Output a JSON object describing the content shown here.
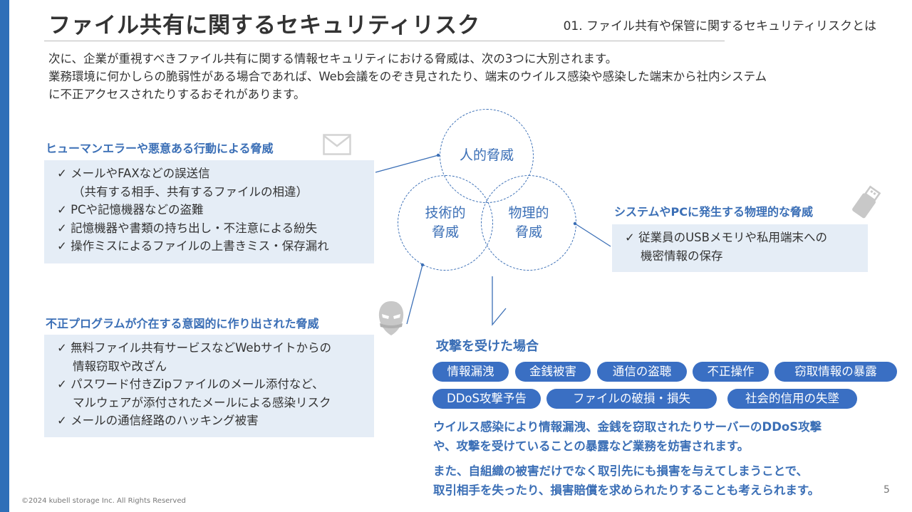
{
  "header": {
    "title": "ファイル共有に関するセキュリティリスク",
    "section": "01. ファイル共有や保管に関するセキュリティリスクとは"
  },
  "intro": [
    "次に、企業が重視すべきファイル共有に関する情報セキュリティにおける脅威は、次の3つに大別されます。",
    "業務環境に何かしらの脆弱性がある場合であれば、Web会議をのぞき見されたり、端末のウイルス感染や感染した端末から社内システム",
    "に不正アクセスされたりするおそれがあります。"
  ],
  "human_threat": {
    "heading": "ヒューマンエラーや悪意ある行動による脅威",
    "icon": "mail-icon",
    "items": [
      "✓ メールやFAXなどの誤送信",
      "（共有する相手、共有するファイルの相違）",
      "✓ PCや記憶機器などの盗難",
      "✓ 記憶機器や書類の持ち出し・不注意による紛失",
      "✓ 操作ミスによるファイルの上書きミス・保存漏れ"
    ]
  },
  "program_threat": {
    "heading": "不正プログラムが介在する意図的に作り出された脅威",
    "icon": "hacker-icon",
    "items": [
      "✓ 無料ファイル共有サービスなどWebサイトからの",
      "情報窃取や改ざん",
      "✓ パスワード付きZipファイルのメール添付など、",
      "マルウェアが添付されたメールによる感染リスク",
      "✓ メールの通信経路のハッキング被害"
    ]
  },
  "physical_threat": {
    "heading": "システムやPCに発生する物理的な脅威",
    "icon": "usb-icon",
    "items": [
      "✓ 従業員のUSBメモリや私用端末への",
      "機密情報の保存"
    ]
  },
  "venn": {
    "human": "人的脅威",
    "tech_line1": "技術的",
    "tech_line2": "脅威",
    "phys_line1": "物理的",
    "phys_line2": "脅威"
  },
  "attack": {
    "heading": "攻撃を受けた場合",
    "tags": [
      "情報漏洩",
      "金銭被害",
      "通信の盗聴",
      "不正操作",
      "窃取情報の暴露",
      "DDoS攻撃予告",
      "ファイルの破損・損失",
      "社会的信用の失墜"
    ],
    "para1": [
      "ウイルス感染により情報漏洩、金銭を窃取されたりサーバーのDDoS攻撃",
      "や、攻撃を受けていることの暴露など業務を妨害されます。"
    ],
    "para2": [
      "また、自組織の被害だけでなく取引先にも損害を与えてしまうことで、",
      "取引相手を失ったり、損害賠償を求められたりすることも考えられます。"
    ]
  },
  "colors": {
    "accent": "#3b6fb6",
    "pill": "#3a6fc3",
    "box": "#e5edf6",
    "left_bar": "#2f6fb8"
  },
  "footer": {
    "copyright": "©2024 kubell storage Inc. All Rights Reserved",
    "page": "5"
  }
}
